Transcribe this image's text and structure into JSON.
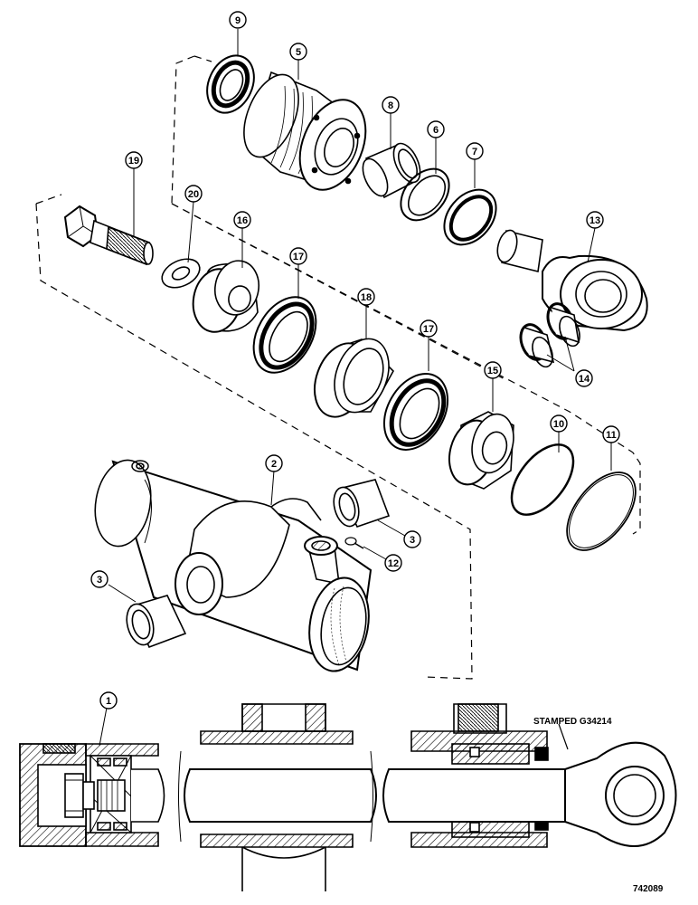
{
  "callouts": {
    "c1": "1",
    "c2": "2",
    "c3a": "3",
    "c3b": "3",
    "c5": "5",
    "c6": "6",
    "c7": "7",
    "c8": "8",
    "c9": "9",
    "c10": "10",
    "c11": "11",
    "c12": "12",
    "c13": "13",
    "c14": "14",
    "c15": "15",
    "c16": "16",
    "c17a": "17",
    "c17b": "17",
    "c18": "18",
    "c19": "19",
    "c20": "20"
  },
  "stamp_label": "STAMPED G34214",
  "figure_number": "742089"
}
